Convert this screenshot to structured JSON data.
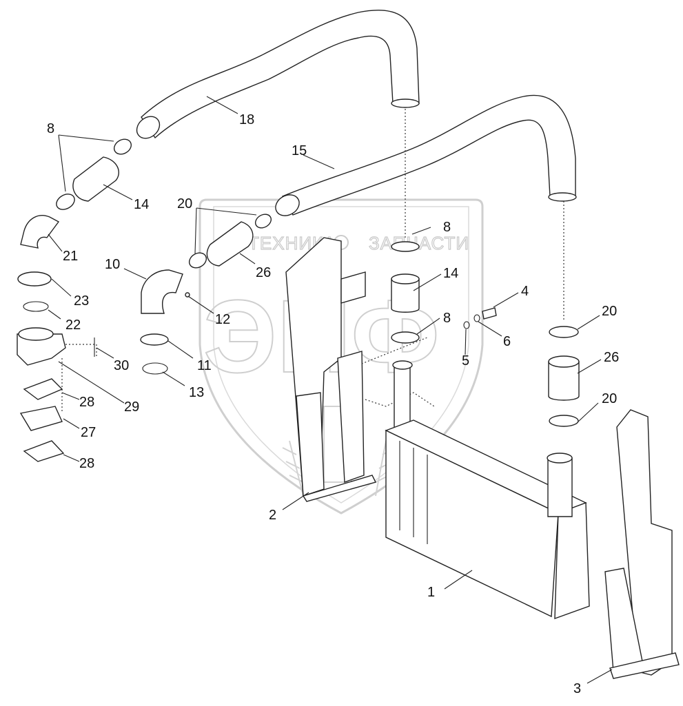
{
  "watermark": {
    "line1_left": "ТЕХНИКА",
    "line1_right": "ЗАПЧАСТИ",
    "big_letters": "ЭПФ"
  },
  "callouts": [
    {
      "id": "c1",
      "label": "1"
    },
    {
      "id": "c2",
      "label": "2"
    },
    {
      "id": "c3",
      "label": "3"
    },
    {
      "id": "c4",
      "label": "4"
    },
    {
      "id": "c5",
      "label": "5"
    },
    {
      "id": "c6",
      "label": "6"
    },
    {
      "id": "c8a",
      "label": "8"
    },
    {
      "id": "c8b",
      "label": "8"
    },
    {
      "id": "c8c",
      "label": "8"
    },
    {
      "id": "c10",
      "label": "10"
    },
    {
      "id": "c11",
      "label": "11"
    },
    {
      "id": "c12",
      "label": "12"
    },
    {
      "id": "c13",
      "label": "13"
    },
    {
      "id": "c14a",
      "label": "14"
    },
    {
      "id": "c14b",
      "label": "14"
    },
    {
      "id": "c15",
      "label": "15"
    },
    {
      "id": "c18",
      "label": "18"
    },
    {
      "id": "c20a",
      "label": "20"
    },
    {
      "id": "c20b",
      "label": "20"
    },
    {
      "id": "c20c",
      "label": "20"
    },
    {
      "id": "c21",
      "label": "21"
    },
    {
      "id": "c22",
      "label": "22"
    },
    {
      "id": "c23",
      "label": "23"
    },
    {
      "id": "c26a",
      "label": "26"
    },
    {
      "id": "c26b",
      "label": "26"
    },
    {
      "id": "c27",
      "label": "27"
    },
    {
      "id": "c28a",
      "label": "28"
    },
    {
      "id": "c28b",
      "label": "28"
    },
    {
      "id": "c29",
      "label": "29"
    },
    {
      "id": "c30",
      "label": "30"
    }
  ]
}
